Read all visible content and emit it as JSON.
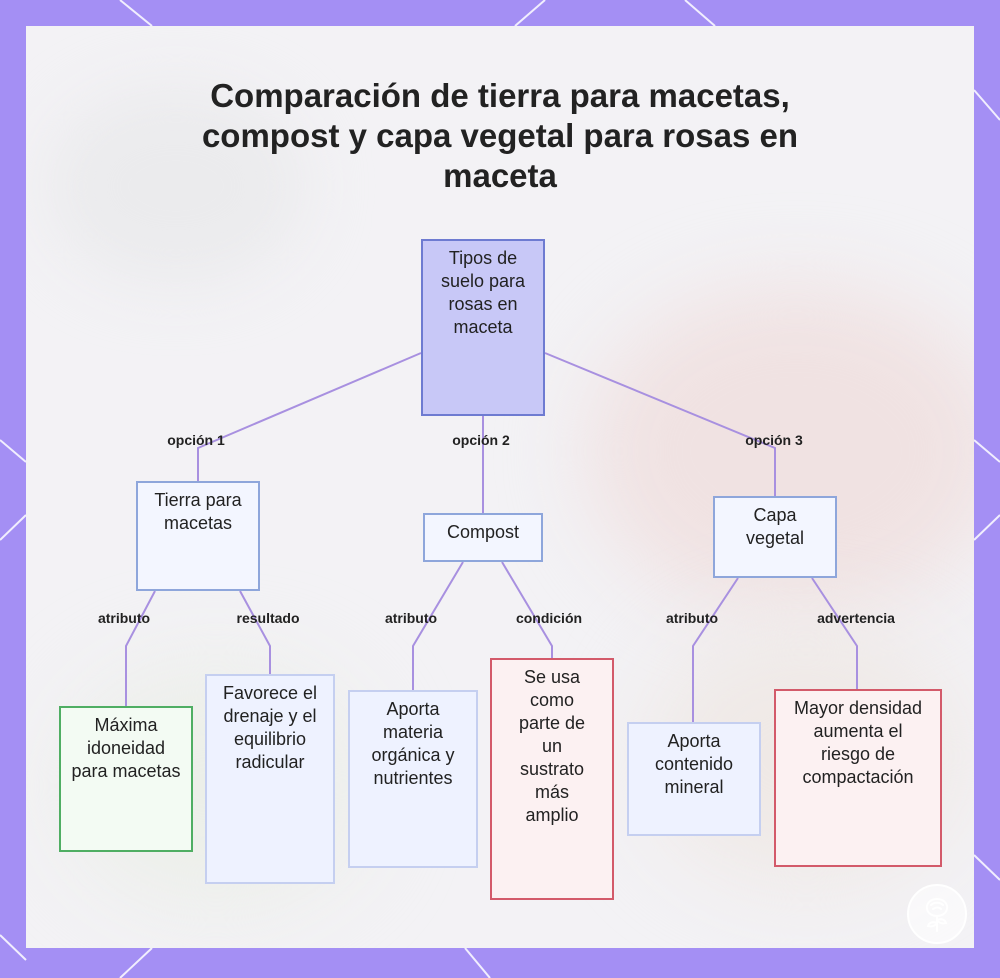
{
  "title": "Comparación de tierra para macetas, compost y capa vegetal para rosas en maceta",
  "colors": {
    "background": "#a48ff4",
    "panel": "#f3f2f5",
    "root_fill": "#c8c8f7",
    "root_border": "#6e7bd1",
    "option_fill": "#f3f6ff",
    "option_border": "#8ea6db",
    "info_border": "#c5cff0",
    "good_border": "#4fae63",
    "warn_border": "#d35a6a",
    "edge": "#a890e0"
  },
  "nodes": {
    "root": "Tipos de suelo para rosas en maceta",
    "tierra": "Tierra para macetas",
    "compost": "Compost",
    "capa": "Capa vegetal",
    "tierra_attr": "Máxima idoneidad para macetas",
    "tierra_result": "Favorece el drenaje y el equilibrio radicular",
    "compost_attr": "Aporta materia orgánica y nutrientes",
    "compost_cond": "Se usa como parte de un sustrato más amplio",
    "capa_attr": "Aporta contenido mineral",
    "capa_warn": "Mayor densidad aumenta el riesgo de compactación"
  },
  "edge_labels": {
    "opt1": "opción 1",
    "opt2": "opción 2",
    "opt3": "opción 3",
    "tierra_attr": "atributo",
    "tierra_result": "resultado",
    "compost_attr": "atributo",
    "compost_cond": "condición",
    "capa_attr": "atributo",
    "capa_warn": "advertencia"
  },
  "icons": {
    "badge": "rose-icon"
  }
}
